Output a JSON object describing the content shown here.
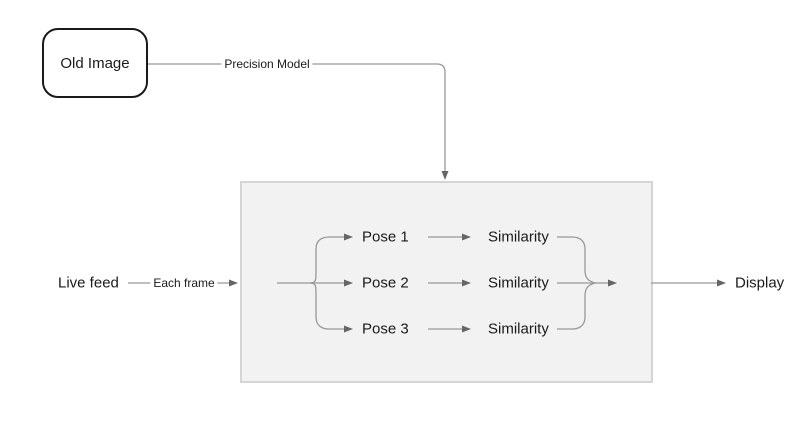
{
  "diagram": {
    "nodes": {
      "old_image": {
        "label": "Old Image"
      },
      "live_feed": {
        "label": "Live feed"
      },
      "display": {
        "label": "Display"
      },
      "poses": [
        {
          "label": "Pose 1"
        },
        {
          "label": "Pose 2"
        },
        {
          "label": "Pose 3"
        }
      ],
      "similarities": [
        {
          "label": "Similarity"
        },
        {
          "label": "Similarity"
        },
        {
          "label": "Similarity"
        }
      ]
    },
    "edge_labels": {
      "precision_model": "Precision Model",
      "each_frame": "Each frame"
    },
    "colors": {
      "connector": "#999999",
      "arrowhead": "#666666",
      "node_border": "#1a1a1a",
      "box_fill": "#f2f2f2",
      "box_border": "#d5d5d5",
      "text": "#1a1a1a",
      "background": "#ffffff"
    }
  }
}
